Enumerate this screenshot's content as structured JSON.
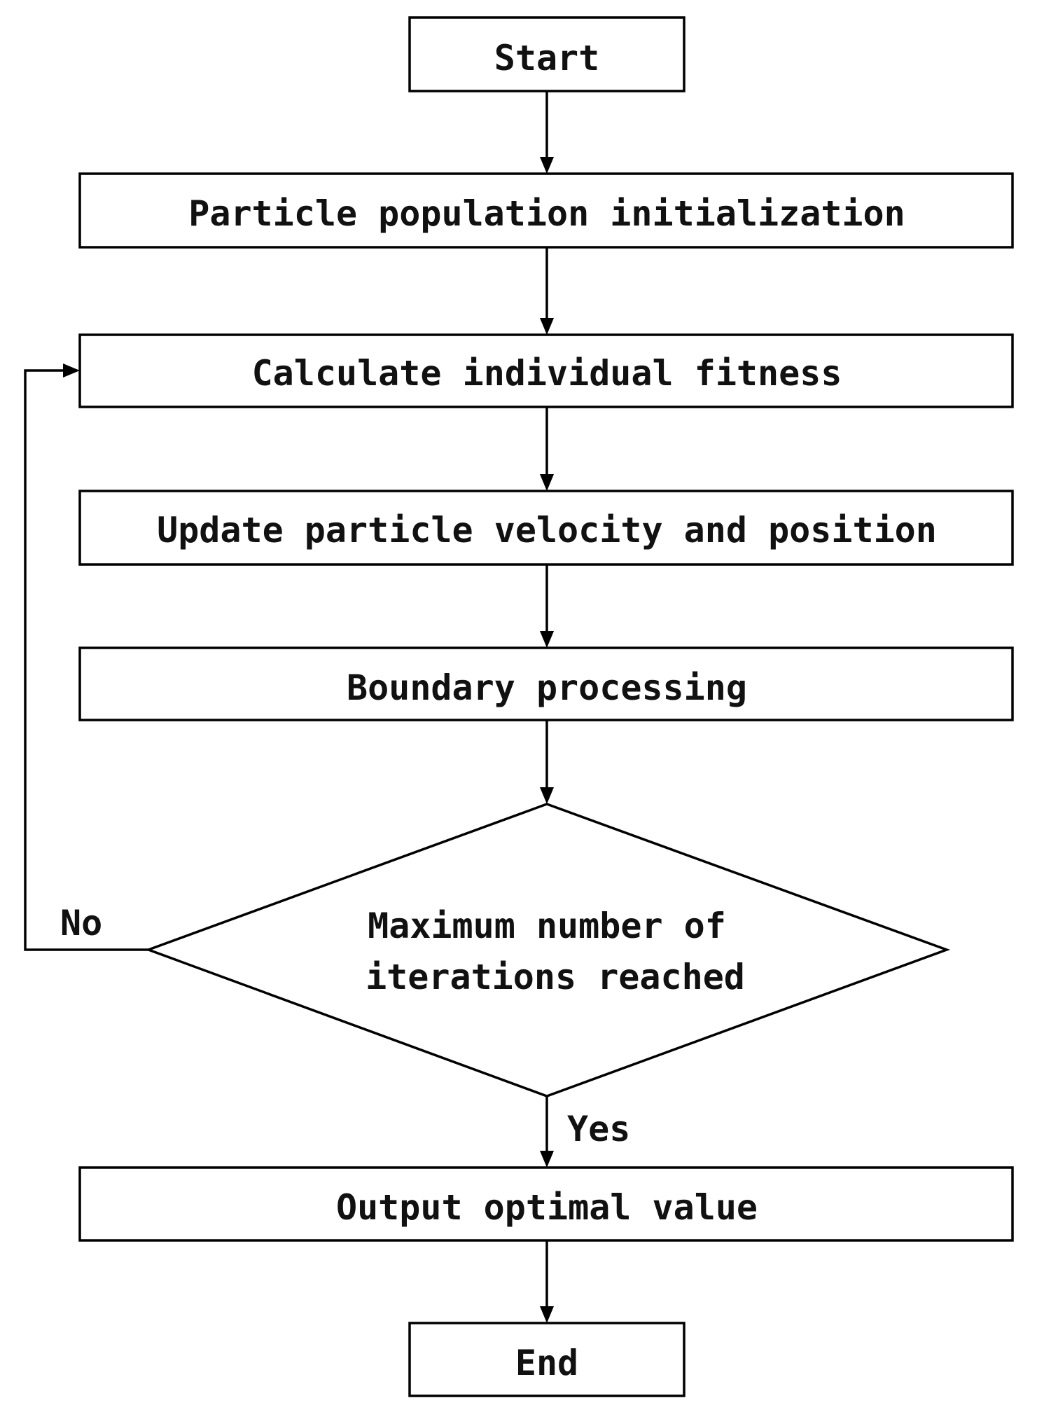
{
  "diagram": {
    "type": "flowchart",
    "nodes": {
      "start": "Start",
      "init": "Particle population initialization",
      "fitness": "Calculate individual fitness",
      "update": "Update particle velocity and position",
      "boundary": "Boundary processing",
      "decision_line1": "Maximum number of",
      "decision_line2": "iterations reached",
      "output": "Output optimal value",
      "end": "End"
    },
    "edges": [
      {
        "from": "start",
        "to": "init"
      },
      {
        "from": "init",
        "to": "fitness"
      },
      {
        "from": "fitness",
        "to": "update"
      },
      {
        "from": "update",
        "to": "boundary"
      },
      {
        "from": "boundary",
        "to": "decision"
      },
      {
        "from": "decision",
        "to": "output",
        "label": "Yes"
      },
      {
        "from": "decision",
        "to": "fitness",
        "label": "No"
      },
      {
        "from": "output",
        "to": "end"
      }
    ],
    "branch_labels": {
      "no": "No",
      "yes": "Yes"
    }
  }
}
